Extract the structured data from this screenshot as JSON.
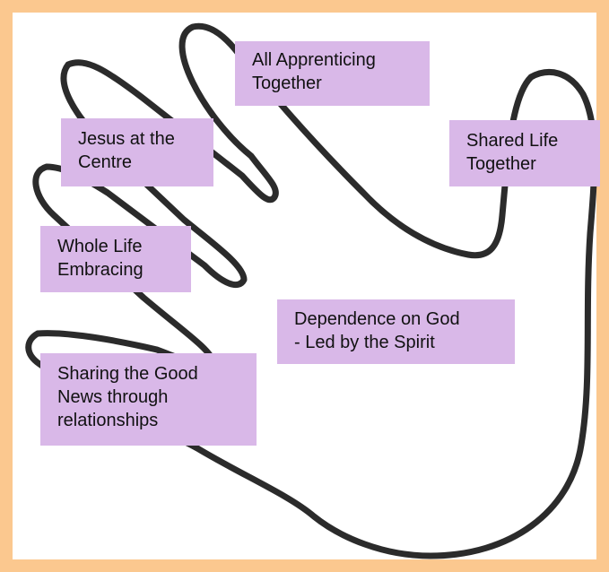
{
  "colors": {
    "frame": "#fbc88f",
    "label_background": "#d9b8e8",
    "outline": "#2b2b2b"
  },
  "icon": "hand-outline-icon",
  "labels": {
    "apprenticing": "All Apprenticing\nTogether",
    "jesus": "Jesus at the\nCentre",
    "shared": "Shared Life\nTogether",
    "whole": "Whole Life\nEmbracing",
    "dependence": "Dependence on God\n- Led by the Spirit",
    "sharing": "Sharing the Good\nNews through\nrelationships"
  }
}
